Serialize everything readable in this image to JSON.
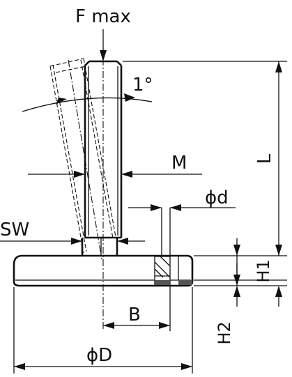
{
  "diagram": {
    "load_label": "F max",
    "angle_label": "1°",
    "thread_label": "M",
    "length_label": "L",
    "hole_diameter_label": "ϕd",
    "wrench_size_label": "SW",
    "base_height_label": "H1",
    "recess_height_label": "H2",
    "offset_label": "B",
    "base_diameter_label": "ϕD"
  }
}
